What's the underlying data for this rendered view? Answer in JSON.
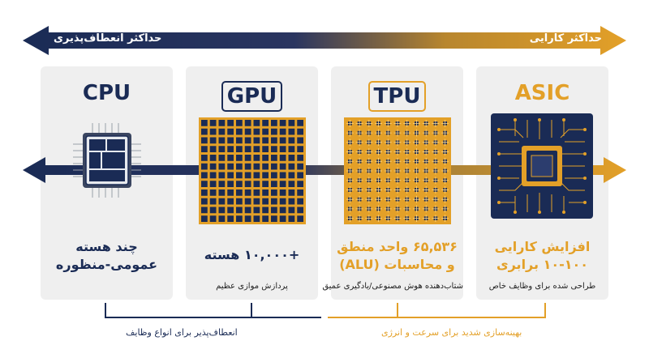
{
  "top_arrow": {
    "left_label": "حداکثر انعطاف‌پذیری",
    "right_label": "حداکثر کارایی",
    "left_color": "#1a2b55",
    "right_color": "#e3a028"
  },
  "cards": [
    {
      "title": "CPU",
      "main": "چند هسته\nعمومی-منظوره",
      "sub": "",
      "color": "#1a2b55"
    },
    {
      "title": "GPU",
      "main": "+۱۰,۰۰۰ هسته",
      "sub": "پردازش موازی عظیم",
      "color": "#1a2b55"
    },
    {
      "title": "TPU",
      "main": "۶۵,۵۳۶ واحد منطق\nو محاسبات (ALU)",
      "sub": "شتاب‌دهنده هوش مصنوعی/یادگیری عمیق",
      "color": "#e3a028"
    },
    {
      "title": "ASIC",
      "main": "افزایش کارایی\n۱۰-۱۰۰ برابری",
      "sub": "طراحی شده برای وظایف خاص",
      "color": "#e3a028"
    }
  ],
  "bottom": {
    "left_label": "انعطاف‌پذیر برای انواع وظایف",
    "right_label": "بهینه‌سازی شدید برای سرعت و انرژی",
    "left_color": "#1a2b55",
    "right_color": "#e3a028"
  }
}
